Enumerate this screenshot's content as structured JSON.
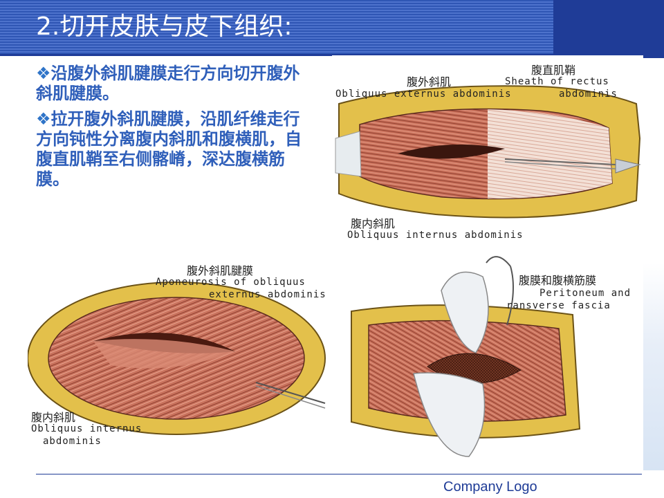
{
  "slide": {
    "title": "2.切开皮肤与皮下组织:",
    "bullet_mark": "❖",
    "bullets": [
      "沿腹外斜肌腱膜走行方向切开腹外斜肌腱膜。",
      "拉开腹外斜肌腱膜，沿肌纤维走行方向钝性分离腹内斜肌和腹横肌，自腹直肌鞘至右侧髂嵴，深达腹横筋膜。"
    ],
    "footer_logo": "Company Logo"
  },
  "figures": {
    "top_right": {
      "label_cn_1": "腹外斜肌",
      "label_en_1": "Obliquus externus abdominis",
      "label_cn_2": "腹直肌鞘",
      "label_en_2a": "Sheath of rectus",
      "label_en_2b": "abdominis",
      "label_cn_3": "腹内斜肌",
      "label_en_3": "Obliquus internus abdominis"
    },
    "bottom_left": {
      "label_cn_1": "腹外斜肌腱膜",
      "label_en_1a": "Aponeurosis of obliquus",
      "label_en_1b": "externus abdominis",
      "label_cn_2": "腹内斜肌",
      "label_en_2a": "Obliquus internus",
      "label_en_2b": "abdominis"
    },
    "bottom_right": {
      "label_cn_1": "腹膜和腹横筋膜",
      "label_en_1a": "Peritoneum and",
      "label_en_1b": "ransverse fascia"
    }
  },
  "colors": {
    "title_band": "#2f56b4",
    "title_block": "#1f3c97",
    "bullet_text": "#2f5fba",
    "muscle": "#c9705a",
    "fat": "#e3c04b"
  }
}
